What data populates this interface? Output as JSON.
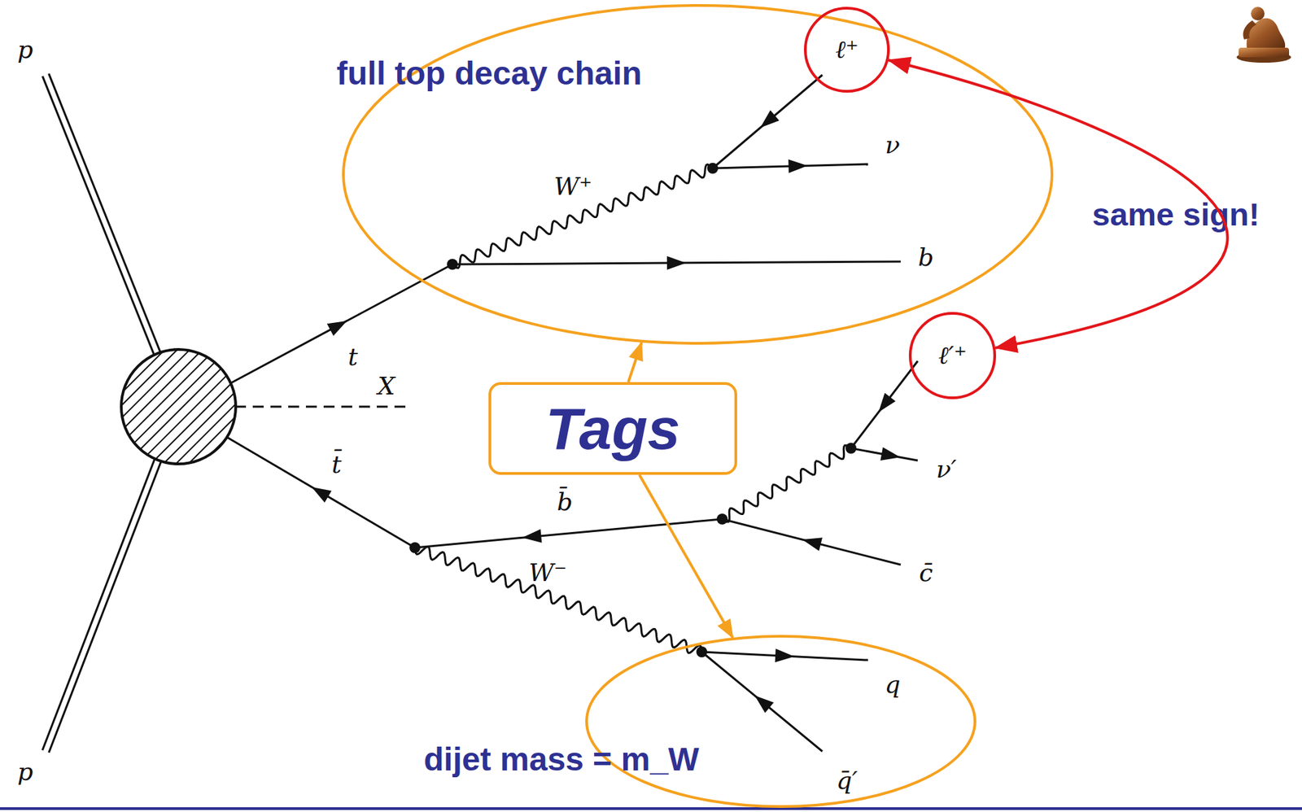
{
  "diagram": {
    "nodes": [
      {
        "text": [
          "full top decay chain"
        ]
      },
      {
        "text": [
          "ℓ⁺"
        ]
      },
      {
        "text": [
          "ℓ′⁺"
        ]
      },
      {
        "text": [
          "Tags"
        ]
      },
      {
        "text": [
          "dijet mass = m_W"
        ]
      }
    ],
    "edges": [
      {
        "from": 1,
        "to": 2,
        "arrow": "both",
        "label": "same sign!"
      },
      {
        "from": 3,
        "to": 0,
        "arrow": "to"
      },
      {
        "from": 3,
        "to": 4,
        "arrow": "to"
      }
    ],
    "labels": [
      "p",
      "ν",
      "W⁺",
      "b",
      "t",
      "X",
      "t̄",
      "ν′",
      "b̄",
      "W⁻",
      "c̄",
      "q",
      "p",
      "q̄′"
    ]
  }
}
